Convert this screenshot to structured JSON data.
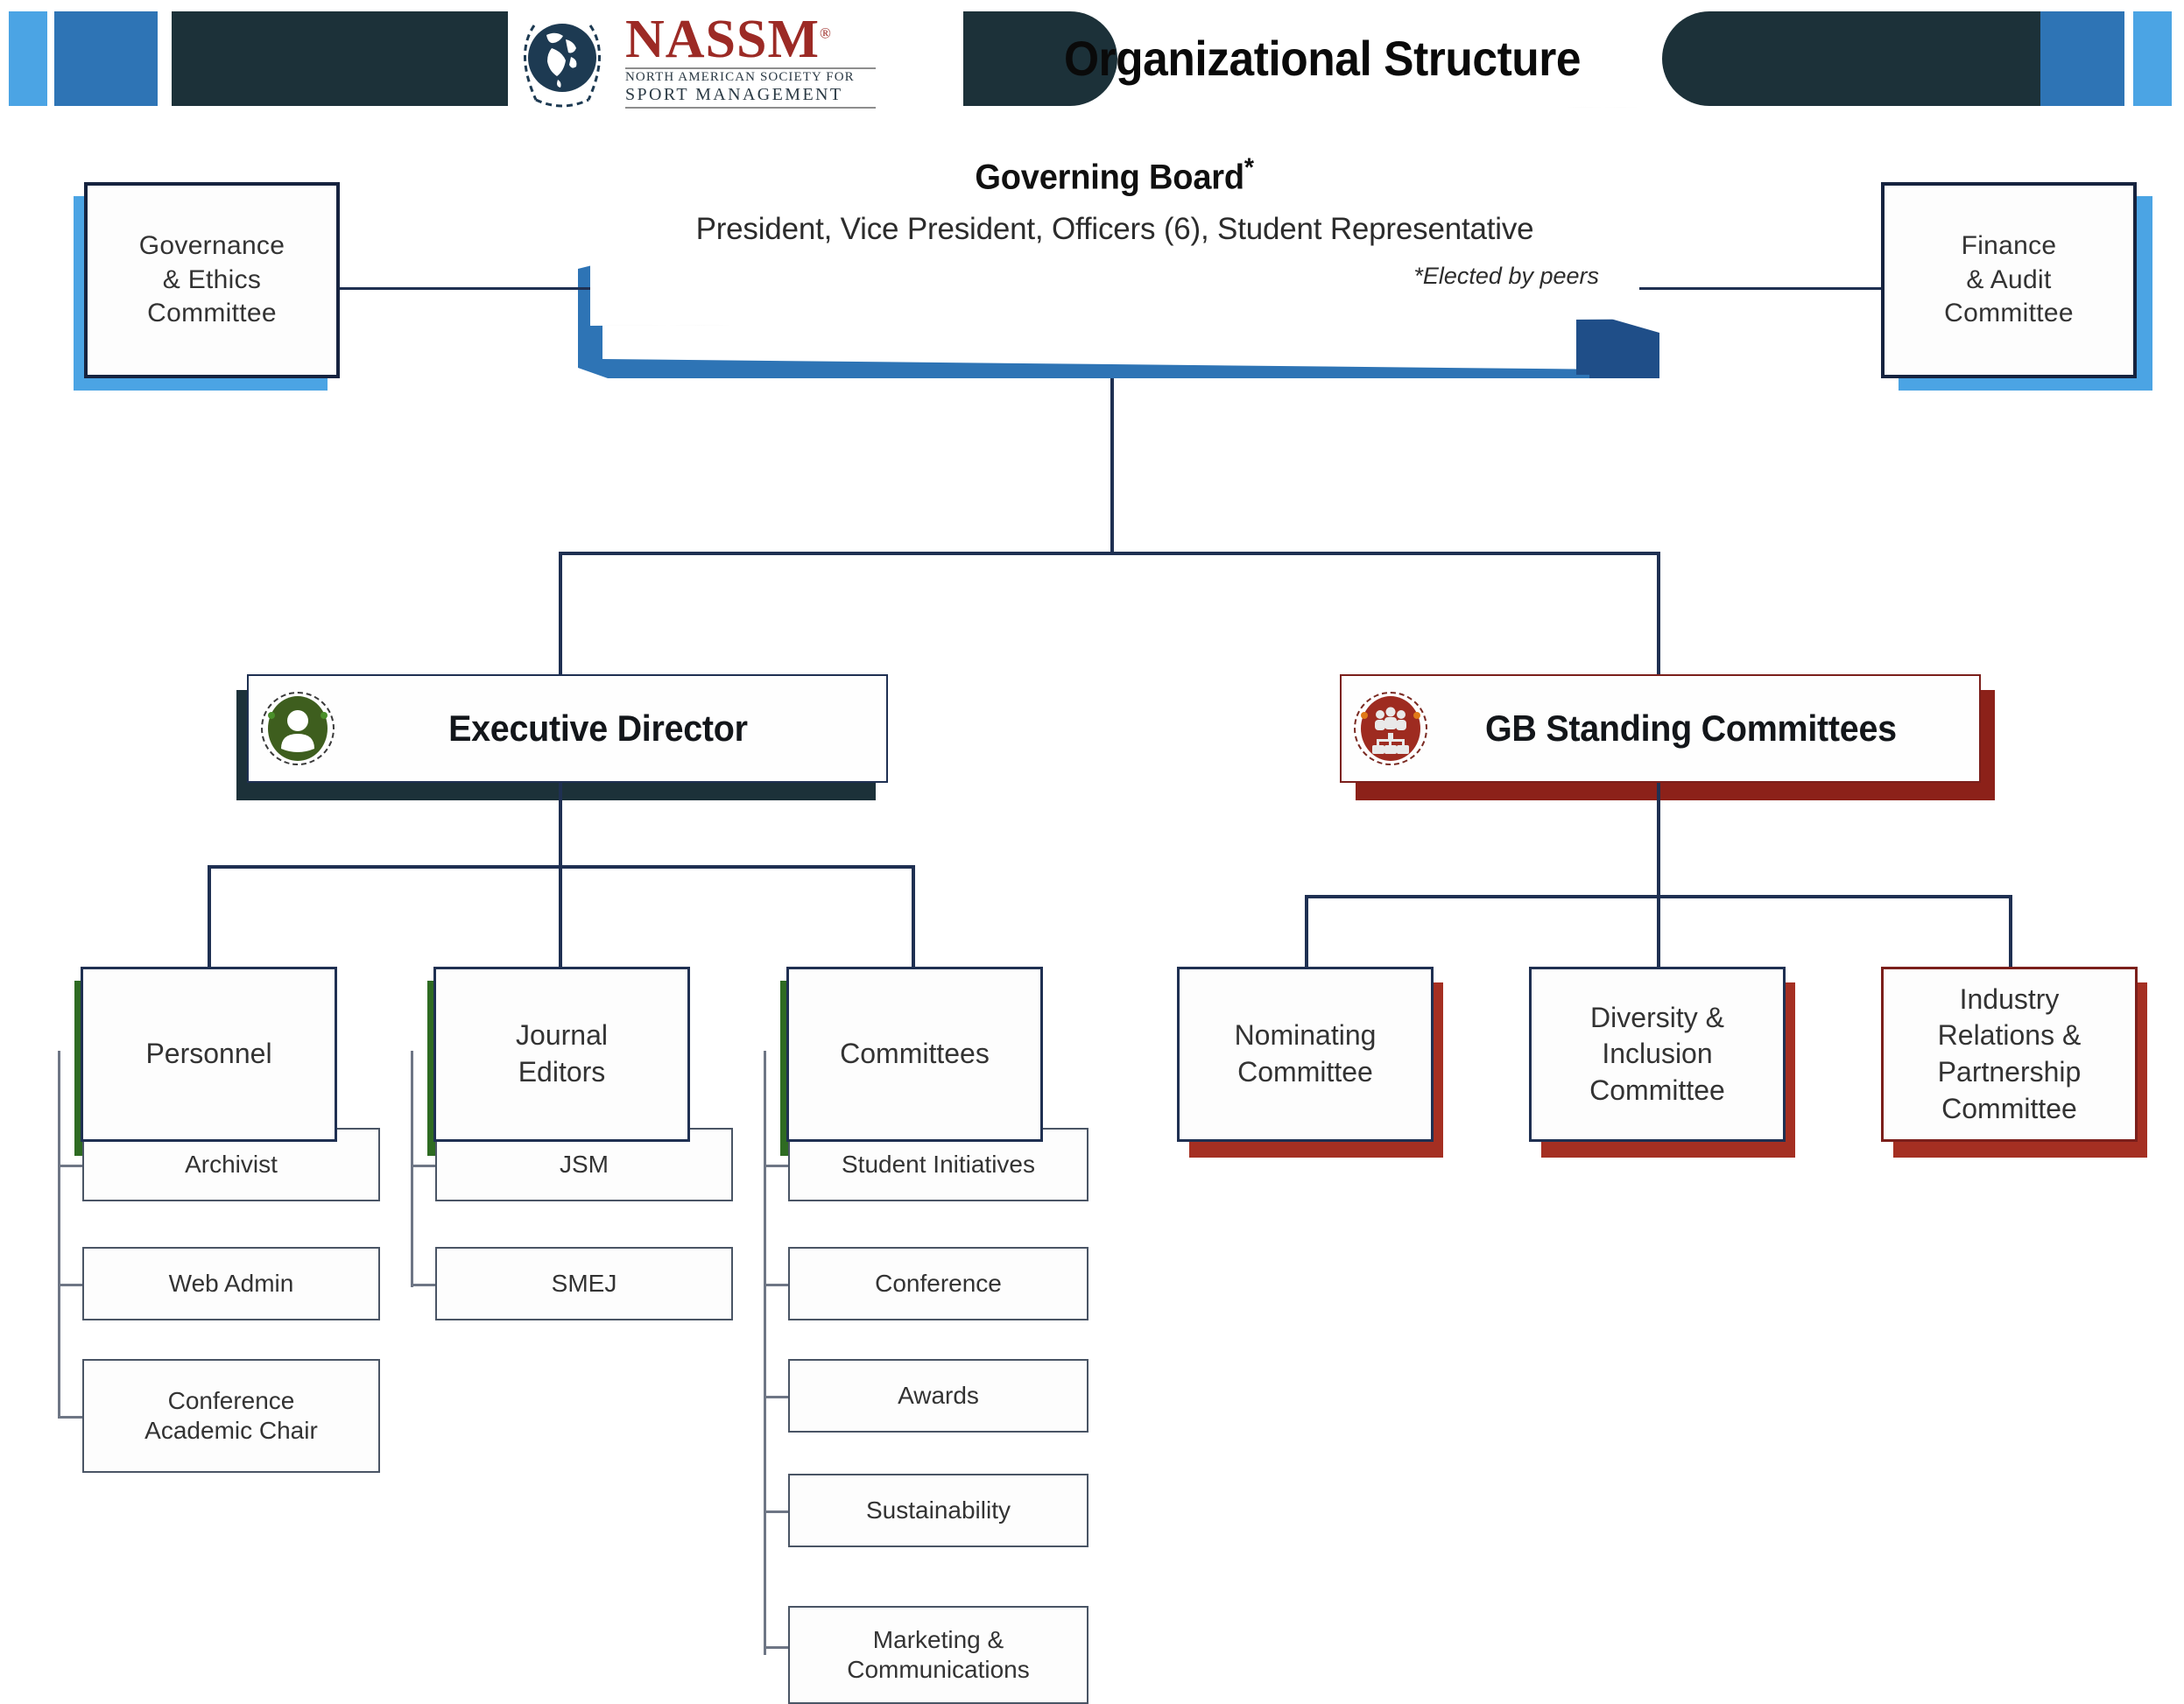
{
  "header": {
    "title": "Organizational Structure",
    "logo": {
      "name": "NASSM",
      "registered": "®",
      "line1": "NORTH AMERICAN SOCIETY FOR",
      "line2": "SPORT MANAGEMENT",
      "globe_icon": "globe-laurel-icon"
    },
    "colors": {
      "light_blue": "#4BA4E4",
      "mid_blue": "#2E74B5",
      "navy": "#1C3139",
      "logo_red": "#9C2A25"
    }
  },
  "chart_data": {
    "type": "org-chart",
    "title": "Organizational Structure",
    "root": {
      "label": "Governing Board",
      "asterisk": "*",
      "members": "President, Vice President, Officers (6), Student Representative",
      "footnote": "*Elected by peers",
      "accent": "#2E74B5"
    },
    "side_left": {
      "line1": "Governance",
      "line2": "& Ethics",
      "line3": "Committee",
      "accent": "#4BA4E4"
    },
    "side_right": {
      "line1": "Finance",
      "line2": "& Audit",
      "line3": "Committee",
      "accent": "#4BA4E4"
    },
    "branches": [
      {
        "label": "Executive Director",
        "icon": "person-badge-icon",
        "accent": "#3E5E1E",
        "shadow": "#1C3139",
        "groups": [
          {
            "label": "Personnel",
            "children": [
              "Archivist",
              "Web Admin",
              "Conference\nAcademic Chair"
            ]
          },
          {
            "label": "Journal\nEditors",
            "children": [
              "JSM",
              "SMEJ"
            ]
          },
          {
            "label": "Committees",
            "children": [
              "Student Initiatives",
              "Conference",
              "Awards",
              "Sustainability",
              "Marketing &\nCommunications"
            ]
          }
        ]
      },
      {
        "label": "GB Standing Committees",
        "icon": "people-org-icon",
        "accent": "#9E2B20",
        "shadow": "#8C2119",
        "groups": [
          {
            "label": "Nominating\nCommittee",
            "children": []
          },
          {
            "label": "Diversity &\nInclusion\nCommittee",
            "children": []
          },
          {
            "label": "Industry\nRelations &\nPartnership\nCommittee",
            "children": []
          }
        ]
      }
    ]
  }
}
